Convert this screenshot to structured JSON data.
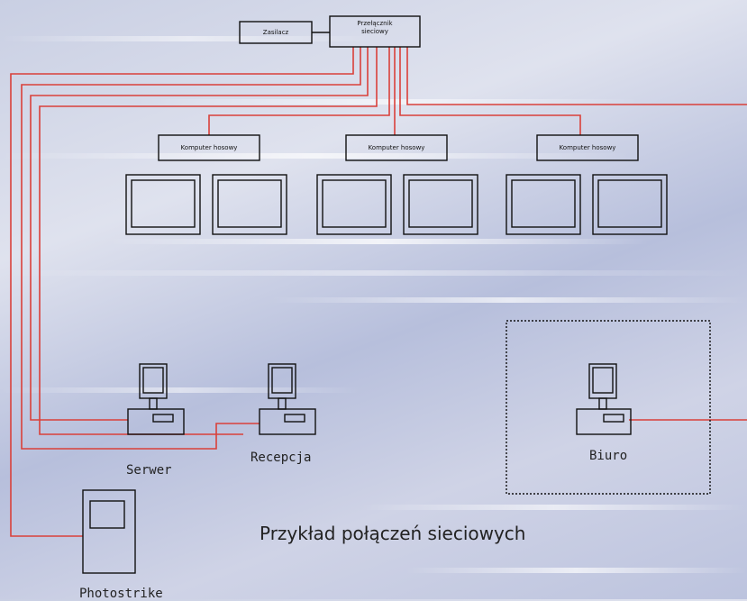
{
  "nodes": {
    "modem": "Zasilacz",
    "switch_line1": "Przełącznik",
    "switch_line2": "sieciowy",
    "hub1": "Komputer hosowy",
    "hub2": "Komputer hosowy",
    "hub3": "Komputer hosowy",
    "server": "Serwer",
    "reception": "Recepcja",
    "office": "Biuro",
    "photo": "Photostrike"
  },
  "title": "Przykład połączeń sieciowych",
  "colors": {
    "link": "#d9403a",
    "outline": "#111111",
    "screen": "#e8ebf3"
  }
}
